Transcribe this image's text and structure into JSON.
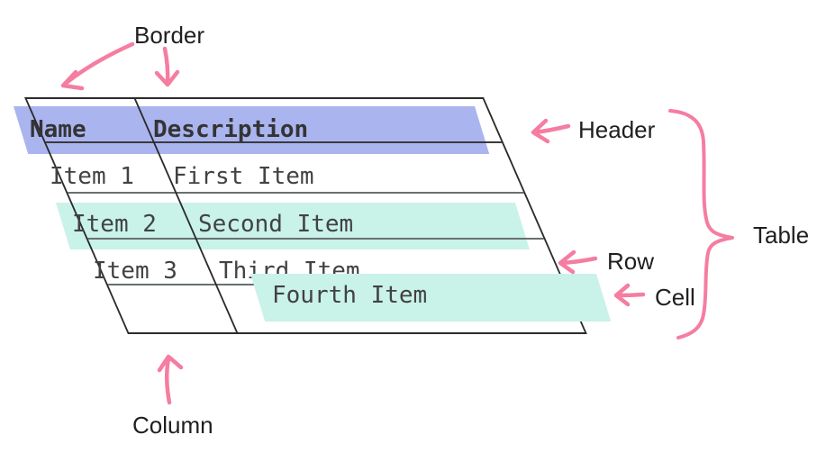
{
  "table": {
    "headers": [
      "Name",
      "Description"
    ],
    "rows": [
      [
        "Item 1",
        "First Item"
      ],
      [
        "Item 2",
        "Second Item"
      ],
      [
        "Item 3",
        "Third Item"
      ],
      [
        "",
        "Fourth Item"
      ]
    ]
  },
  "annotations": {
    "border": "Border",
    "header": "Header",
    "table": "Table",
    "row": "Row",
    "cell": "Cell",
    "column": "Column"
  },
  "colors": {
    "header_highlight": "#aab4ee",
    "row_highlight": "#c9f2e8",
    "cell_highlight": "#c9f2e8",
    "arrow_pink": "#f57da1",
    "table_border": "#2b2b2b",
    "grid_line": "#68706f",
    "header_text": "#343434",
    "cell_text": "#424242",
    "label_text": "#1f1f1f"
  }
}
